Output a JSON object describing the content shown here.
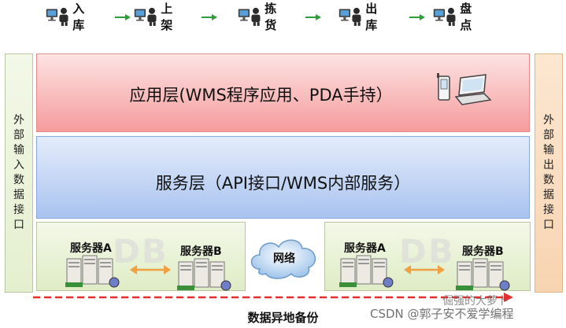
{
  "flow": {
    "steps": [
      "入库",
      "上架",
      "拣货",
      "出库",
      "盘点"
    ]
  },
  "sides": {
    "left_chars": [
      "外",
      "部",
      "输",
      "入",
      "数",
      "据",
      "接",
      "口"
    ],
    "right_chars": [
      "外",
      "部",
      "输",
      "出",
      "数",
      "据",
      "接",
      "口"
    ]
  },
  "layers": {
    "app": "应用层(WMS程序应用、PDA手持）",
    "service": "服务层（API接口/WMS内部服务）"
  },
  "servers": {
    "group1": {
      "a": "服务器A",
      "b": "服务器B",
      "ghost": "DB"
    },
    "group2": {
      "a": "服务器A",
      "b": "服务器B",
      "ghost": "DB"
    },
    "network": "网络"
  },
  "backup": {
    "label": "数据异地备份"
  },
  "watermark": {
    "top": "倔强的大萝卜",
    "bottom": "CSDN @郭子安不爱学编程"
  },
  "colors": {
    "app_layer": "#f59c9c",
    "service_layer": "#a9c3ef",
    "server_layer": "#dfecc6",
    "right_bar": "#f7d4b1",
    "arrow_green": "#2e9e3a",
    "backup_dashed": "#e03030",
    "swap_arrow": "#f0a040"
  }
}
